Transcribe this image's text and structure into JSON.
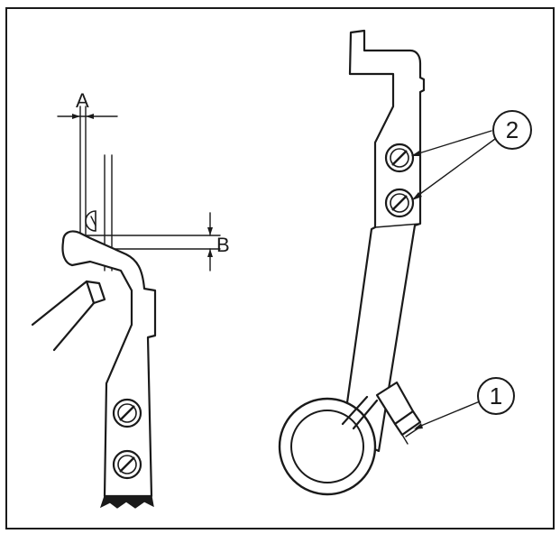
{
  "figure": {
    "frame_color": "#1a1a1a",
    "background": "#ffffff"
  },
  "left_view": {
    "dimension_a_label": "A",
    "dimension_b_label": "B"
  },
  "right_view": {
    "callout_1_label": "1",
    "callout_2_label": "2"
  }
}
